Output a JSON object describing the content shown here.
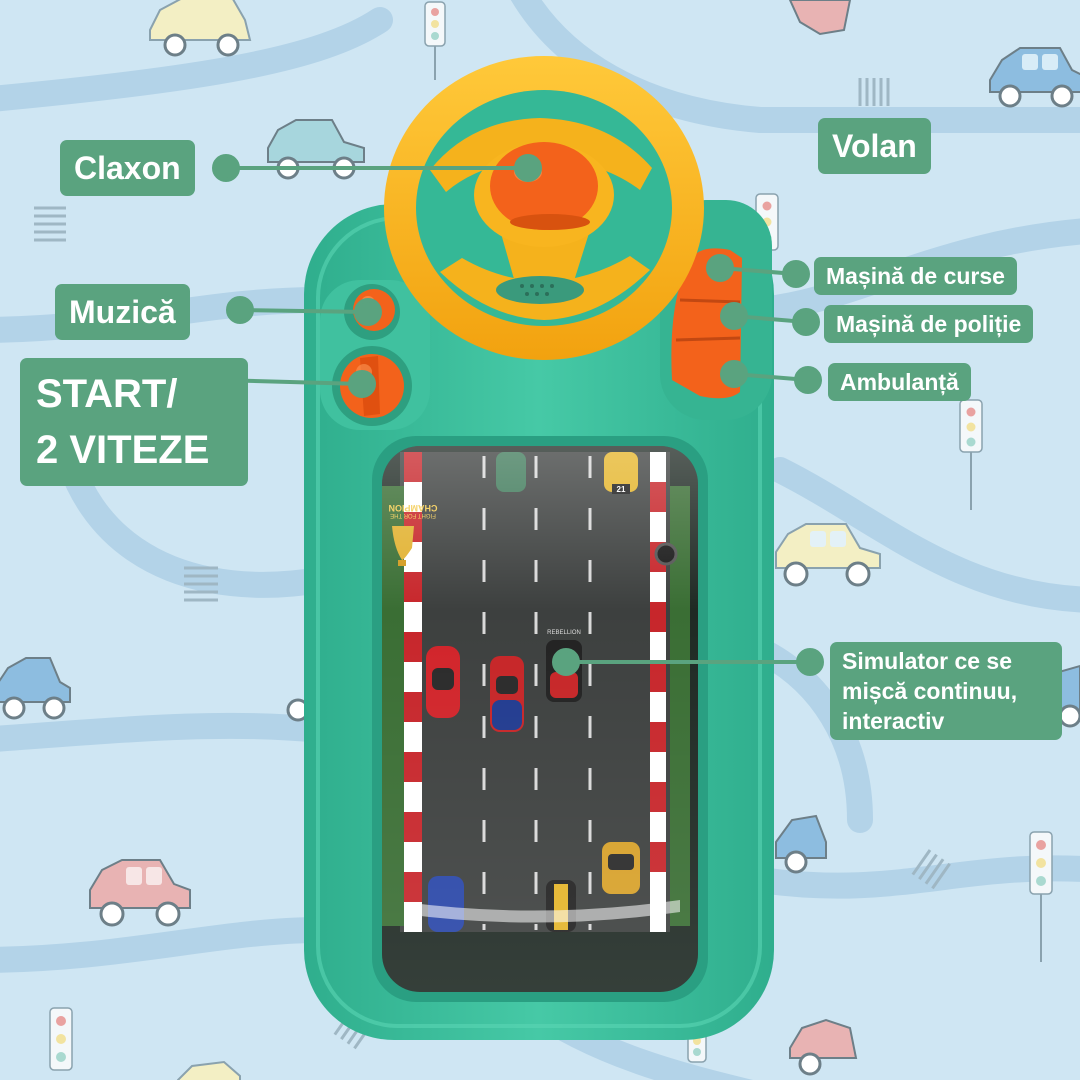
{
  "labels": {
    "claxon": "Claxon",
    "volan": "Volan",
    "muzica": "Muzică",
    "start_line1": "START/",
    "start_line2": "2 VITEZE",
    "masina_curse": "Mașină de curse",
    "masina_politie": "Mașină de poliție",
    "ambulanta": "Ambulanță",
    "simulator_line1": "Simulator ce se",
    "simulator_line2": "mișcă continuu,",
    "simulator_line3": "interactiv"
  },
  "track": {
    "banner_line1": "CHAMPION",
    "banner_line2": "FIGHT FOR THE",
    "car_number_top": "21",
    "rebellion": "REBELLION"
  },
  "colors": {
    "background": "#cfe6f3",
    "label_green": "#5aa37f",
    "toy_body": "#3fc3a0",
    "wheel": "#f5b21c",
    "orange_button": "#f3621b"
  }
}
